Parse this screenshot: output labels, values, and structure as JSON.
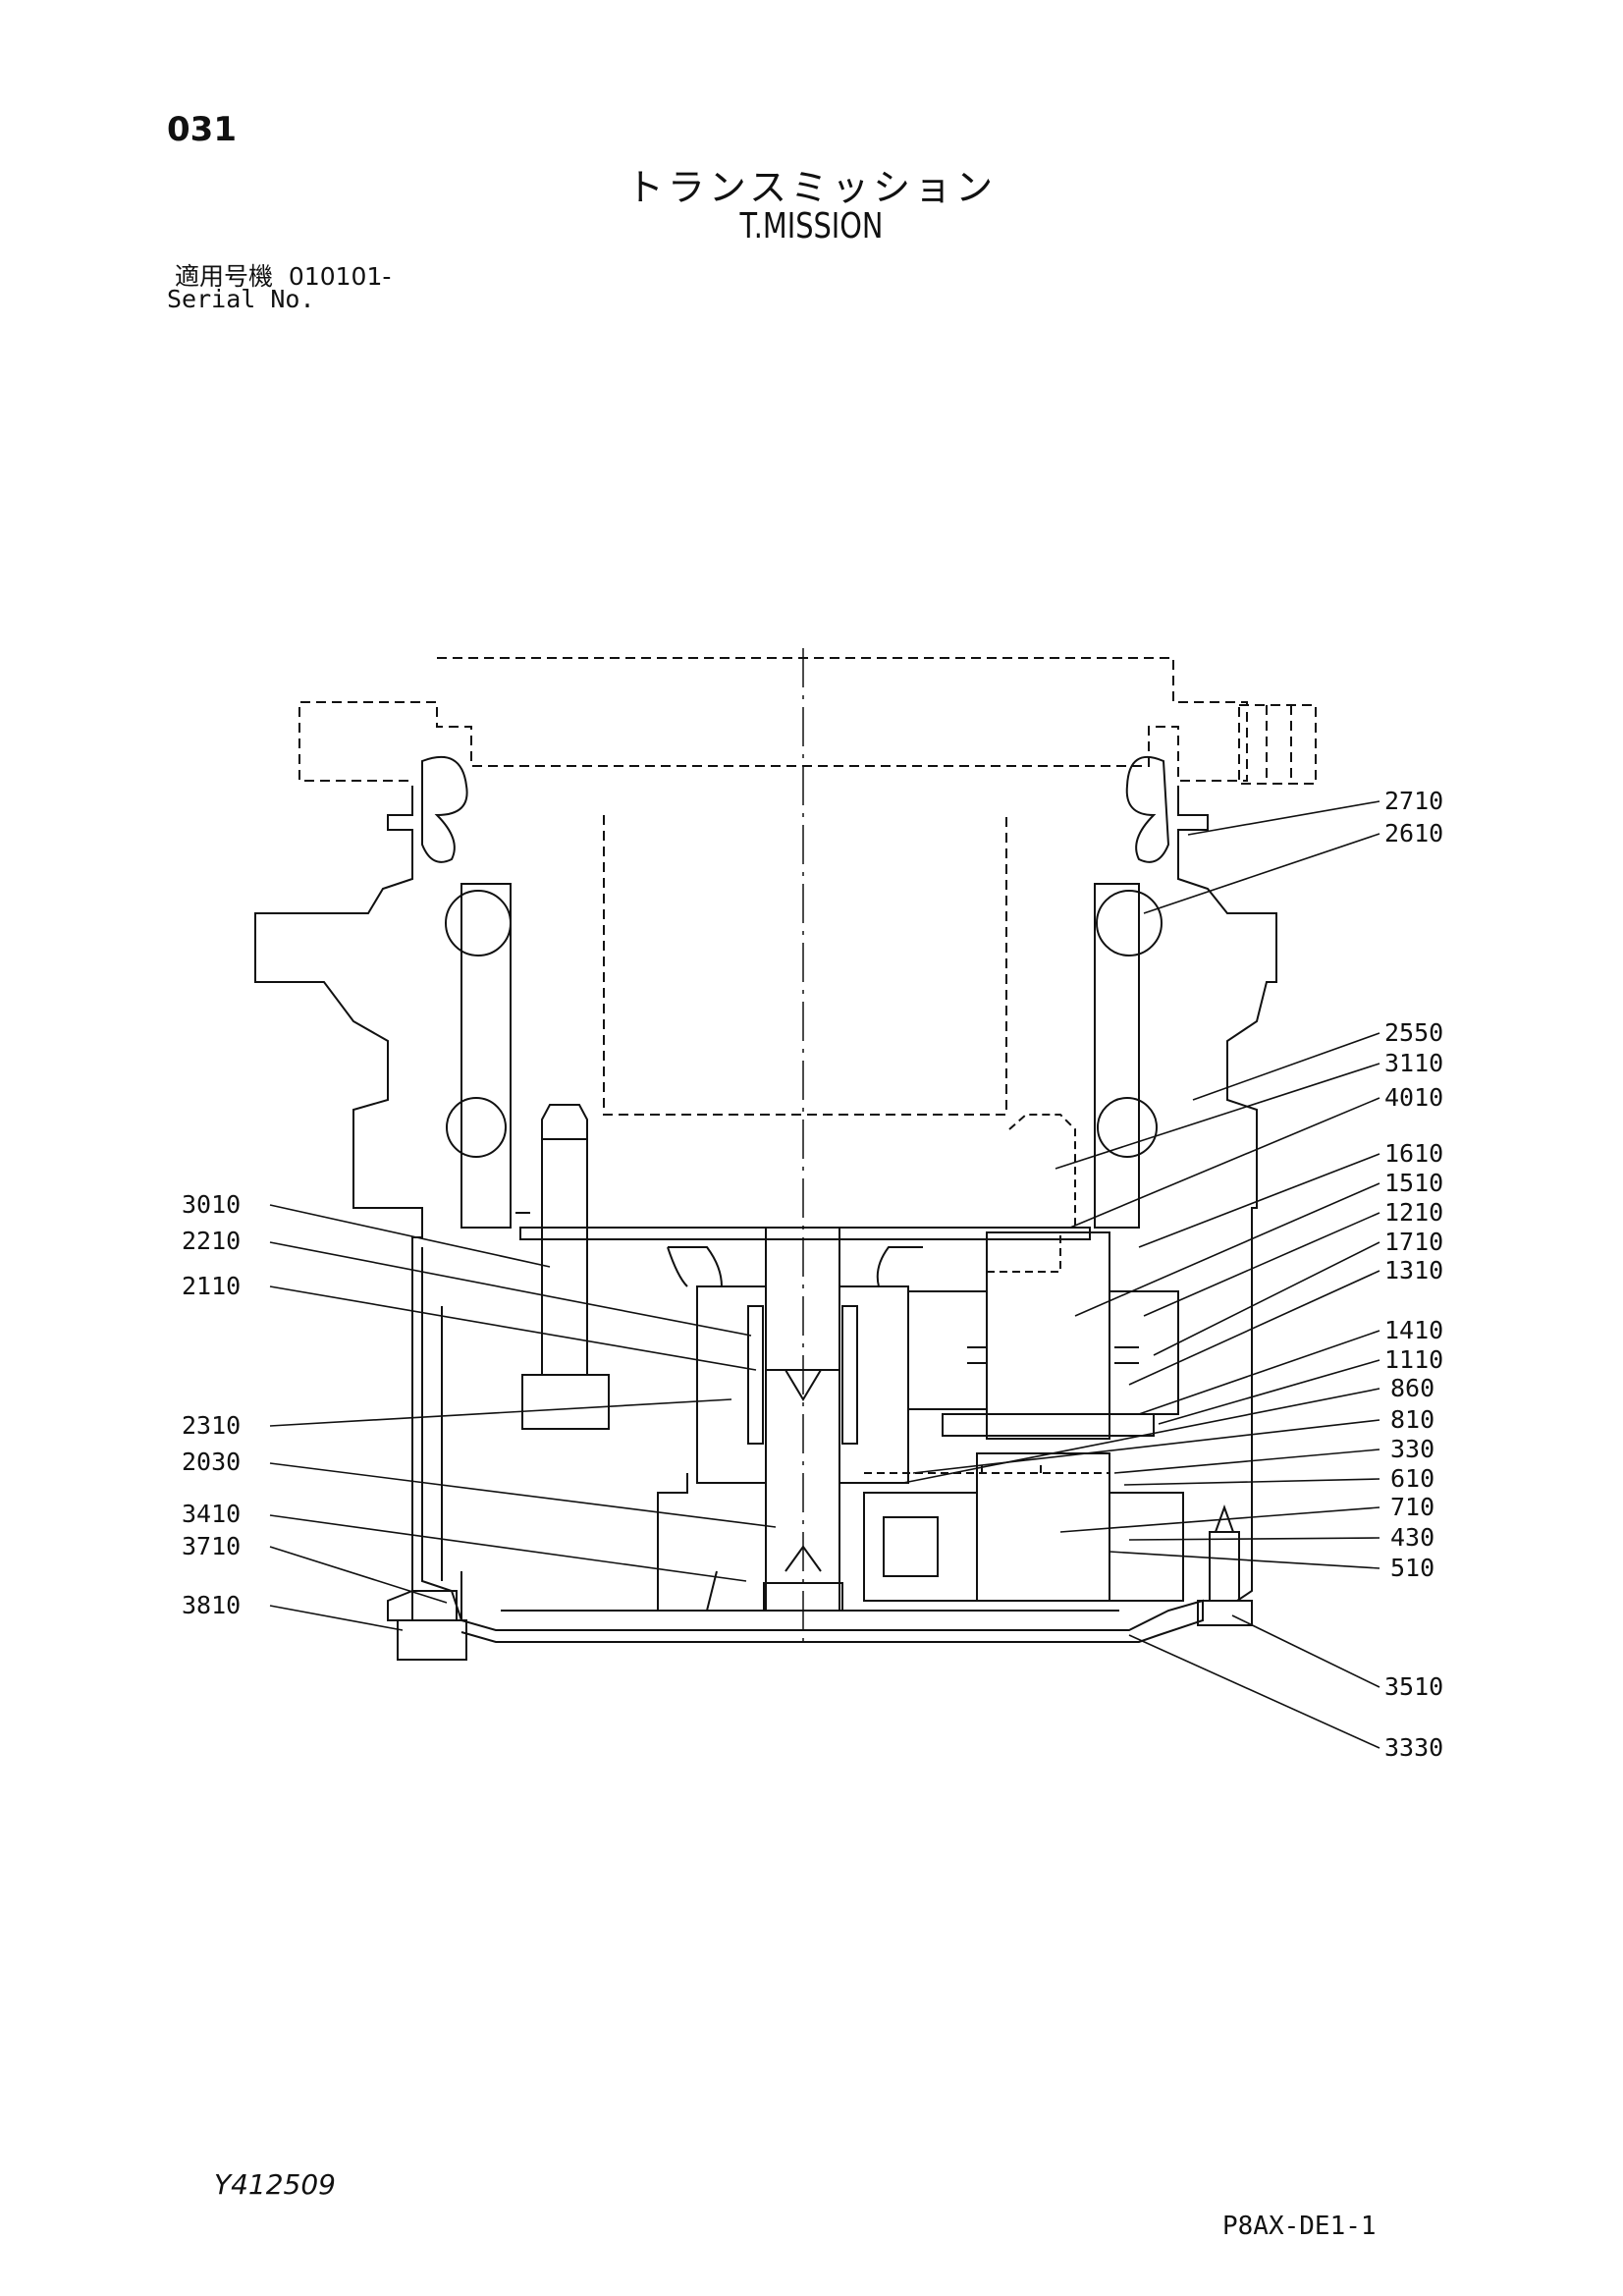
{
  "page_number": "031",
  "title_jp": "トランスミッション",
  "title_en": "T.MISSION",
  "serial_label_jp": "適用号機",
  "serial_value": "010101-",
  "serial_label_en": "Serial No.",
  "left_labels": [
    "3010",
    "2210",
    "2110",
    "2310",
    "2030",
    "3410",
    "3710",
    "3810"
  ],
  "right_labels": [
    "2710",
    "2610",
    "2550",
    "3110",
    "4010",
    "1610",
    "1510",
    "1210",
    "1710",
    "1310",
    "1410",
    "1110",
    "860",
    "810",
    "330",
    "610",
    "710",
    "430",
    "510",
    "3510",
    "3330"
  ],
  "doc_id": "Y412509",
  "drawing_code": "P8AX-DE1-1"
}
